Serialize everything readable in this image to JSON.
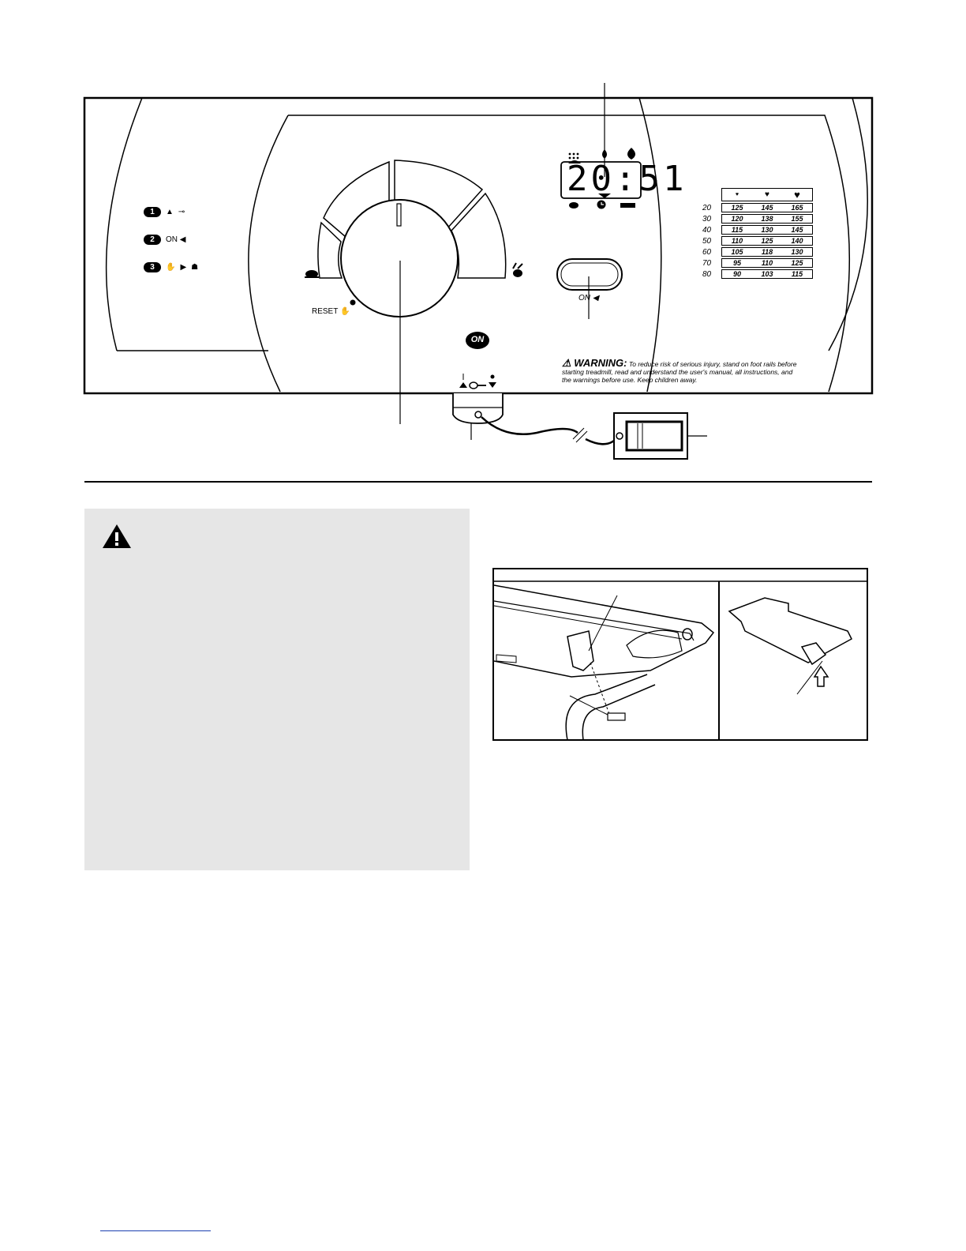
{
  "console": {
    "display_time": "20:51",
    "on_badge": "ON",
    "reset_label": "RESET",
    "on_button_label": "ON",
    "steps": [
      {
        "num": "1",
        "text": "▲"
      },
      {
        "num": "2",
        "text": "ON ◀"
      },
      {
        "num": "3",
        "text": "▶"
      }
    ],
    "warning_title": "WARNING:",
    "warning_body": "To reduce risk of serious injury, stand on foot rails before starting treadmill, read and understand the user's manual, all instructions, and the warnings before use.  Keep children away."
  },
  "heart_rate_table": {
    "header": [
      "♥",
      "♥",
      "♥"
    ],
    "rows": [
      {
        "age": "20",
        "values": [
          "125",
          "145",
          "165"
        ]
      },
      {
        "age": "30",
        "values": [
          "120",
          "138",
          "155"
        ]
      },
      {
        "age": "40",
        "values": [
          "115",
          "130",
          "145"
        ]
      },
      {
        "age": "50",
        "values": [
          "110",
          "125",
          "140"
        ]
      },
      {
        "age": "60",
        "values": [
          "105",
          "118",
          "130"
        ]
      },
      {
        "age": "70",
        "values": [
          "95",
          "110",
          "125"
        ]
      },
      {
        "age": "80",
        "values": [
          "90",
          "103",
          "115"
        ]
      }
    ]
  },
  "icons": [
    "warning-triangle-icon",
    "key-icon",
    "hand-icon",
    "turtle-icon",
    "hare-icon",
    "clock-icon",
    "flame-icon"
  ]
}
